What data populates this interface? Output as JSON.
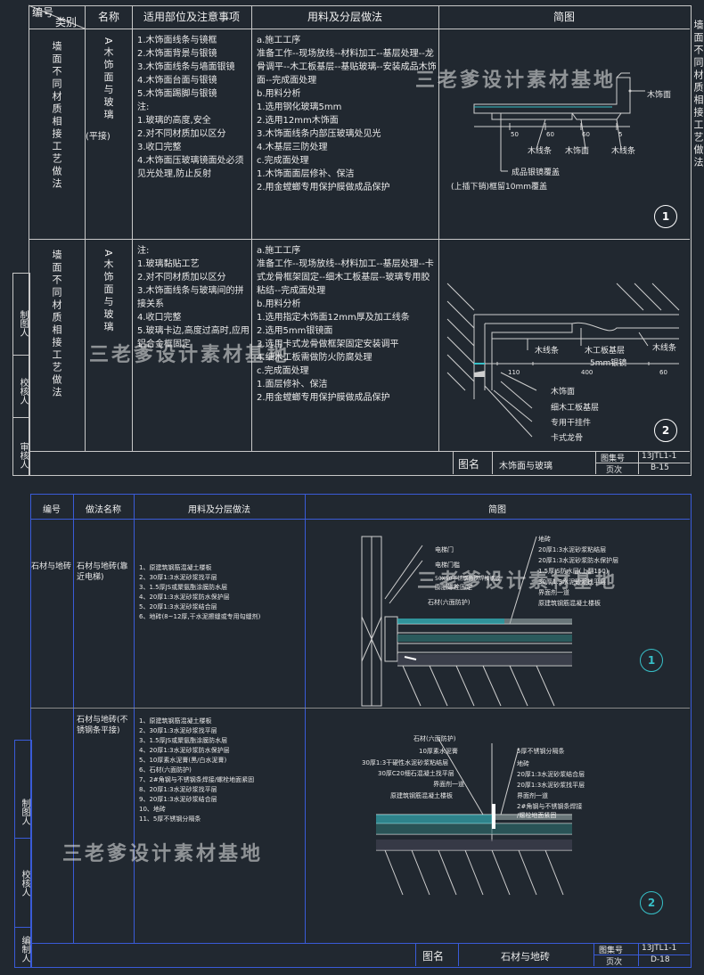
{
  "sheet1": {
    "header": {
      "code_label": "编号",
      "category_label": "类别",
      "name_label": "名称",
      "scope_label": "适用部位及注意事项",
      "method_label": "用料及分层做法",
      "diagram_label": "简图"
    },
    "right_margin_title": "墙面不同材质相接工艺做法",
    "rows": [
      {
        "category": "墙面不同材质相接工艺做法",
        "name_main": "A木饰面与玻璃",
        "name_sub": "(平接)",
        "scope": "1.木饰面线条与镜框\n2.木饰面背景与银镜\n3.木饰面线条与墙面银镜\n4.木饰面台面与银镜\n5.木饰面踢脚与银镜\n注:\n1.玻璃的高度,安全\n2.对不同材质加以区分\n3.收口完整\n4.木饰面压玻璃镜面处必须见光处理,防止反射",
        "method": "a.施工工序\n准备工作--现场放线--材料加工--基层处理--龙骨调平--木工板基层--基贴玻璃--安装成品木饰面--完成面处理\nb.用料分析\n1.选用钢化玻璃5mm\n2.选用12mm木饰面\n3.木饰面线条内部压玻璃处见光\n4.木基层三防处理\nc.完成面处理\n1.木饰面面层修补、保洁\n2.用金螳螂专用保护膜做成品保护",
        "diagram": {
          "labels": [
            "木饰面",
            "木线条",
            "木饰面",
            "木线条",
            "成品银镜覆盖",
            "(上插下销)框留10mm覆盖"
          ],
          "dims": [
            "50",
            "60",
            "60",
            "5"
          ],
          "number": "1"
        }
      },
      {
        "category": "墙面不同材质相接工艺做法",
        "name_main": "A木饰面与玻璃",
        "name_sub": "",
        "scope": "注:\n1.玻璃黏贴工艺\n2.对不同材质加以区分\n3.木饰面线条与玻璃间的拼接关系\n4.收口完整\n5.玻璃卡边,高度过高时,应用铝合金框固定",
        "method": "a.施工工序\n准备工作--现场放线--材料加工--基层处理--卡式龙骨框架固定--细木工板基层--玻璃专用胶粘结--完成面处理\nb.用料分析\n1.选用指定木饰面12mm厚及加工线条\n2.选用5mm银镜面\n3.选用卡式龙骨做框架固定安装调平\n4.细木工板需做防火防腐处理\nc.完成面处理\n1.面层修补、保洁\n2.用金螳螂专用保护膜做成品保护",
        "diagram": {
          "labels": [
            "木线条",
            "木工板基层",
            "5mm银镜",
            "木线条",
            "木饰面",
            "细木工板基层",
            "专用干挂件",
            "卡式龙骨"
          ],
          "dims": [
            "110",
            "400",
            "60"
          ],
          "number": "2"
        }
      }
    ],
    "side_labels": [
      "制图人",
      "校核人",
      "审核人"
    ],
    "title_block": {
      "name_label": "图名",
      "name_value": "木饰面与玻璃",
      "atlas_label": "图集号",
      "atlas_value": "13JTL1-1",
      "page_label": "页次",
      "page_value": "B-15"
    },
    "watermark": "三老爹设计素材基地"
  },
  "sheet2": {
    "header": {
      "code_label": "编号",
      "name_label": "做法名称",
      "method_label": "用料及分层做法",
      "diagram_label": "简图"
    },
    "rows": [
      {
        "code": "石材与地砖",
        "name": "石材与地砖(靠近电梯)",
        "method": "1、原建筑钢筋混凝土楼板\n2、30厚1:3水泥砂浆找平层\n3、1.5厚JS或聚氨酯涂膜防水层\n4、20厚1:3水泥砂浆防水保护层\n5、20厚1:3水泥砂浆结合层\n6、地砖(8~12厚,干水泥擦缝或专用勾缝剂)",
        "diagram": {
          "labels_left": [
            "电梯门",
            "电梯门槛",
            "50X50不锈钢角钢焊接钢板",
            "膨胀螺栓固定",
            "石材(六面防护)"
          ],
          "labels_right": [
            "地砖",
            "20厚1:3水泥砂浆粘结层",
            "20厚1:3水泥砂浆防水保护层",
            "1.5厚JS防水层(上翻150)",
            "30厚1:3水泥砂浆找平层",
            "界面剂一道",
            "原建筑钢筋混凝土楼板"
          ],
          "number": "1"
        }
      },
      {
        "code": "",
        "name": "石材与地砖(不锈钢条平接)",
        "method": "1、原建筑钢筋混凝土楼板\n2、30厚1:3水泥砂浆找平层\n3、1.5厚JS或聚氨酯涂膜防水层\n4、20厚1:3水泥砂浆防水保护层\n5、10厚素水泥膏(黑/白水泥膏)\n6、石材(六面防护)\n7、2#角钢与不锈钢条焊接/螺栓地面紧固\n8、20厚1:3水泥砂浆找平层\n9、20厚1:3水泥砂浆结合层\n10、地砖\n11、5厚不锈钢分隔条",
        "diagram": {
          "labels_left": [
            "石材(六面防护)",
            "10厚素水泥膏",
            "30厚1:3干硬性水泥砂浆粘结层",
            "30厚C20细石混凝土找平层",
            "界面剂一道",
            "原建筑钢筋混凝土楼板"
          ],
          "labels_right": [
            "5厚不锈钢分隔条",
            "地砖",
            "20厚1:3水泥砂浆结合层",
            "20厚1:3水泥砂浆找平层",
            "界面剂一道",
            "2#角钢与不锈钢条焊接",
            "/螺栓地面紧固"
          ],
          "number": "2"
        }
      }
    ],
    "side_labels": [
      "制图人",
      "校核人",
      "编制人"
    ],
    "title_block": {
      "name_label": "图名",
      "name_value": "石材与地砖",
      "atlas_label": "图集号",
      "atlas_value": "13JTL1-1",
      "page_label": "页次",
      "page_value": "D-18"
    },
    "watermark": "三老爹设计素材基地"
  },
  "colors": {
    "background": "#212830",
    "line": "#c8c8c8",
    "sheet2_border": "#3a5bd8",
    "accent_cyan": "#37c0c8"
  }
}
